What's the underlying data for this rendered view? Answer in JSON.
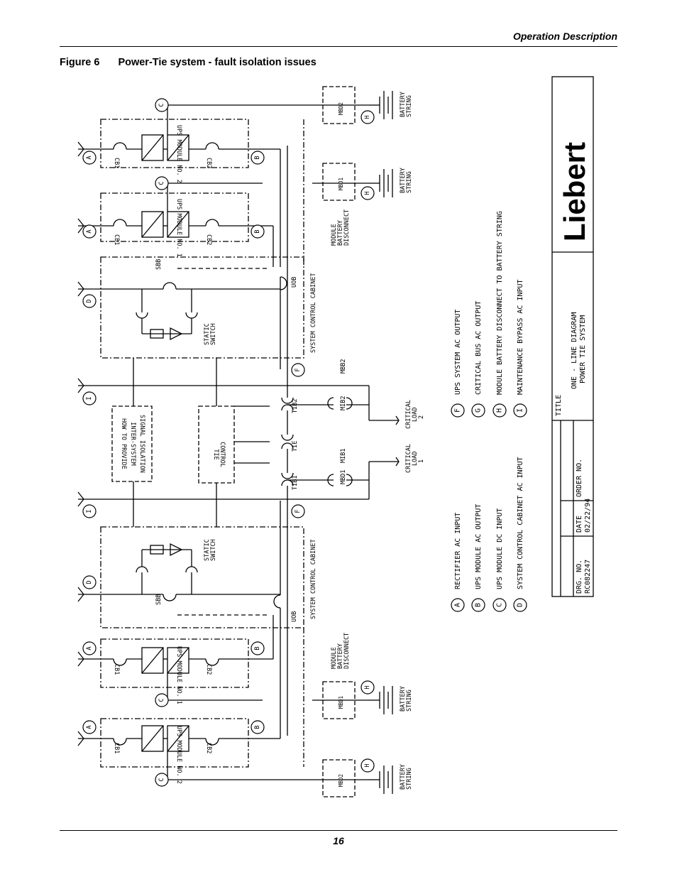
{
  "header": {
    "section": "Operation Description"
  },
  "figure": {
    "number": "Figure 6",
    "title": "Power-Tie system - fault isolation issues"
  },
  "page_number": "16",
  "diagram": {
    "ups_module_2": "UPS MODULE NO. 2",
    "ups_module_1": "UPS MODULE NO. 1",
    "cb1": "CB1",
    "cb2": "CB2",
    "sbb": "SBB",
    "uob": "UOB",
    "mbd1": "MBD1",
    "mbd2": "MBD2",
    "static_switch": [
      "STATIC",
      "SWITCH"
    ],
    "system_control_cabinet": "SYSTEM CONTROL CABINET",
    "module_battery_disconnect": [
      "MODULE",
      "BATTERY",
      "DISCONNECT"
    ],
    "battery_string": [
      "BATTERY",
      "STRING"
    ],
    "tie_control": [
      "TIE",
      "CONTROL"
    ],
    "inter_system": [
      "HOW TO PROVIDE",
      "INTER-SYSTEM",
      "SIGNAL ISOLATION"
    ],
    "tib1": "TIB1",
    "tib2": "TIB2",
    "tie": "TIE",
    "mbd": "MBD1",
    "mib1": "MIB1",
    "mib2": "MIB2",
    "mbb2": "MBB2",
    "critical_load_1": [
      "CRITICAL",
      "LOAD",
      "1"
    ],
    "critical_load_2": [
      "CRITICAL",
      "LOAD",
      "2"
    ]
  },
  "legend": [
    {
      "key": "A",
      "text": "RECTIFIER AC INPUT"
    },
    {
      "key": "B",
      "text": "UPS MODULE AC OUTPUT"
    },
    {
      "key": "C",
      "text": "UPS MODULE DC INPUT"
    },
    {
      "key": "D",
      "text": "SYSTEM CONTROL CABINET AC INPUT"
    },
    {
      "key": "F",
      "text": "UPS SYSTEM AC OUTPUT"
    },
    {
      "key": "G",
      "text": "CRITICAL BUS AC OUTPUT"
    },
    {
      "key": "H",
      "text": "MODULE BATTERY DISCONNECT TO BATTERY STRING"
    },
    {
      "key": "I",
      "text": "MAINTENANCE BYPASS AC INPUT"
    }
  ],
  "title_block": {
    "logo": "Liebert",
    "title_label": "TITLE",
    "title": [
      "ONE - LINE DIAGRAM",
      "POWER TIE SYSTEM"
    ],
    "drg_no_label": "DRG. NO.",
    "drg_no": "RC082247",
    "date_label": "DATE",
    "date": "02/22/94",
    "order_no_label": "ORDER NO."
  }
}
